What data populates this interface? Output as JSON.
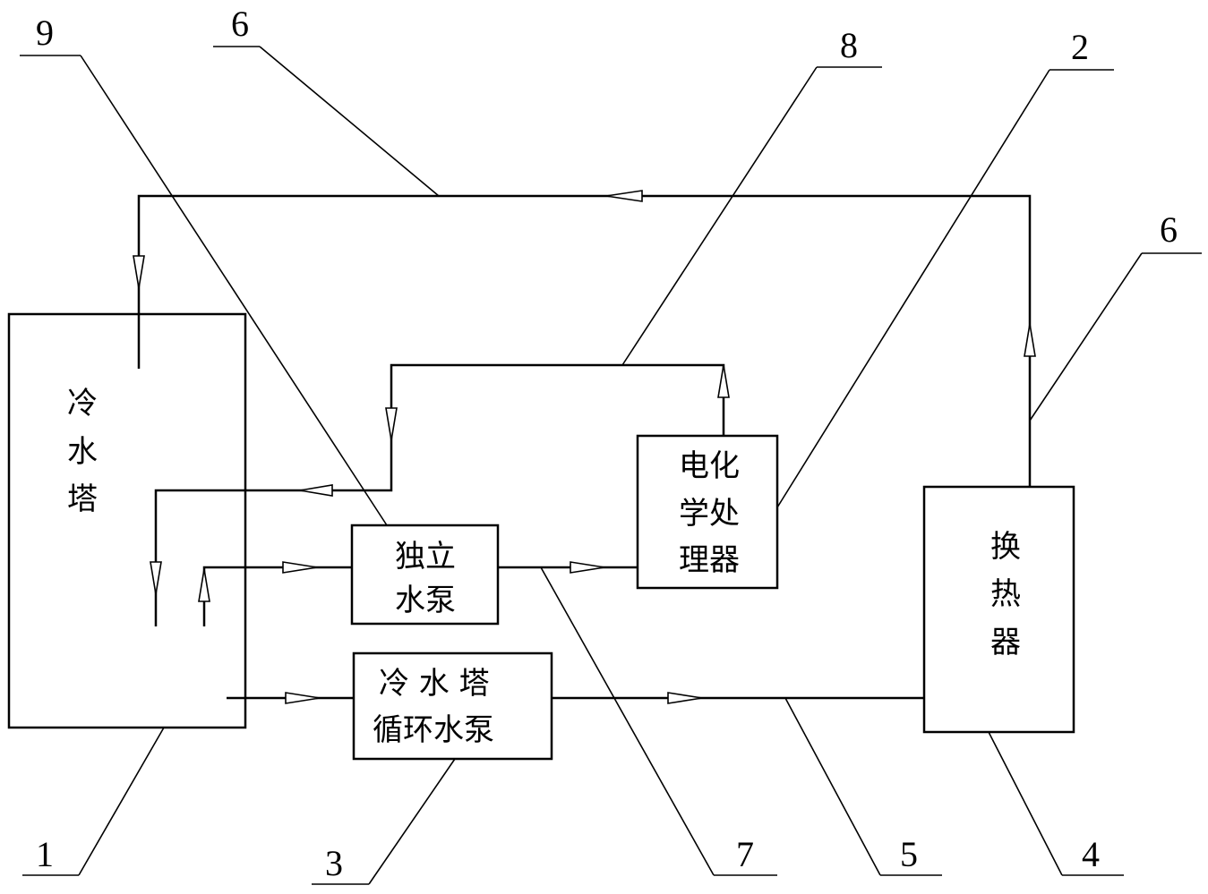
{
  "diagram": {
    "boxes": {
      "cooling_tower": [
        "冷",
        "水",
        "塔"
      ],
      "independent_pump": [
        "独立",
        "水泵"
      ],
      "electrochemical_processor": [
        "电化",
        "学处",
        "理器"
      ],
      "heat_exchanger": [
        "换",
        "热",
        "器"
      ],
      "circulation_pump": [
        "冷 水 塔",
        "循环水泵"
      ]
    },
    "reference_numbers": {
      "n1": "1",
      "n2": "2",
      "n3": "3",
      "n4": "4",
      "n5": "5",
      "n6_top": "6",
      "n6_right": "6",
      "n7": "7",
      "n8": "8",
      "n9": "9"
    }
  }
}
